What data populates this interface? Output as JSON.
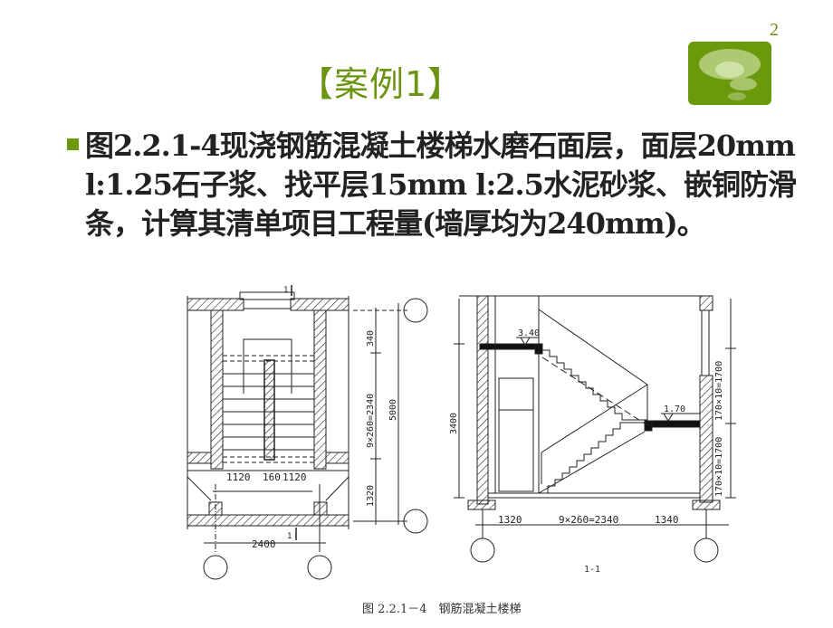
{
  "slide": {
    "page_number": "2",
    "title": "【案例1】",
    "bullet_text": "图2.2.1-4现浇钢筋混凝土楼梯水磨石面层，面层20mm l:1.25石子浆、找平层15mm l:2.5水泥砂浆、嵌铜防滑条，计算其清单项目工程量(墙厚均为240mm)。",
    "icons": {
      "logo": "green-bubbles-logo",
      "bullet": "square-bullet"
    },
    "colors": {
      "accent": "#6a9a0c",
      "title": "#6b9412",
      "text": "#222222"
    }
  },
  "figure": {
    "caption": "图 2.2.1－4　钢筋混凝土楼梯",
    "plan": {
      "section_mark_top": "1",
      "section_mark_bottom": "1",
      "dims_horizontal": [
        "1120",
        "160",
        "1120"
      ],
      "dim_overall_width": "2400",
      "dims_vertical": [
        "340",
        "9×260=2340",
        "1320"
      ],
      "dim_overall_length": "5000"
    },
    "section": {
      "label": "1-1",
      "elevations": [
        "3.40",
        "1.70"
      ],
      "dim_left_height": "3400",
      "dims_right": [
        "170×10=1700",
        "170×10=1700"
      ],
      "dims_bottom": [
        "1320",
        "9×260=2340",
        "1340"
      ]
    }
  }
}
